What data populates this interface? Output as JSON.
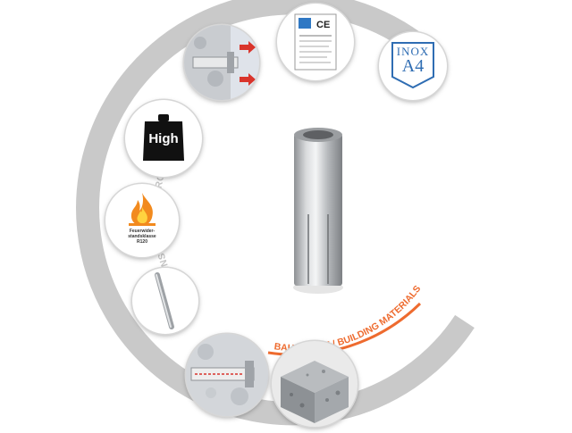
{
  "arc_labels": {
    "properties": "EIGENSCHAFTEN / PROPERTIES",
    "materials": "BAUSTOFFE / BUILDING MATERIALS"
  },
  "badges": {
    "weight": {
      "label": "High",
      "icon": "weight-icon"
    },
    "inox": {
      "top": "INOX",
      "grade": "A4",
      "icon": "inox-a4-icon"
    },
    "fire": {
      "line1": "Feuerwider-",
      "line2": "standsklasse",
      "line3": "R120",
      "icon": "fire-icon"
    },
    "ce": {
      "icon": "ce-mark-icon"
    },
    "rod": {
      "icon": "setting-tool-icon"
    },
    "anchor_setting": {
      "icon": "anchor-section-icon"
    },
    "concrete": {
      "icon": "concrete-block-icon"
    }
  },
  "product": {
    "icon": "drop-in-anchor-icon"
  },
  "colors": {
    "ring": "#c8c8c8",
    "accent": "#ee6b2f",
    "arc_text": "#c9c9c9"
  }
}
